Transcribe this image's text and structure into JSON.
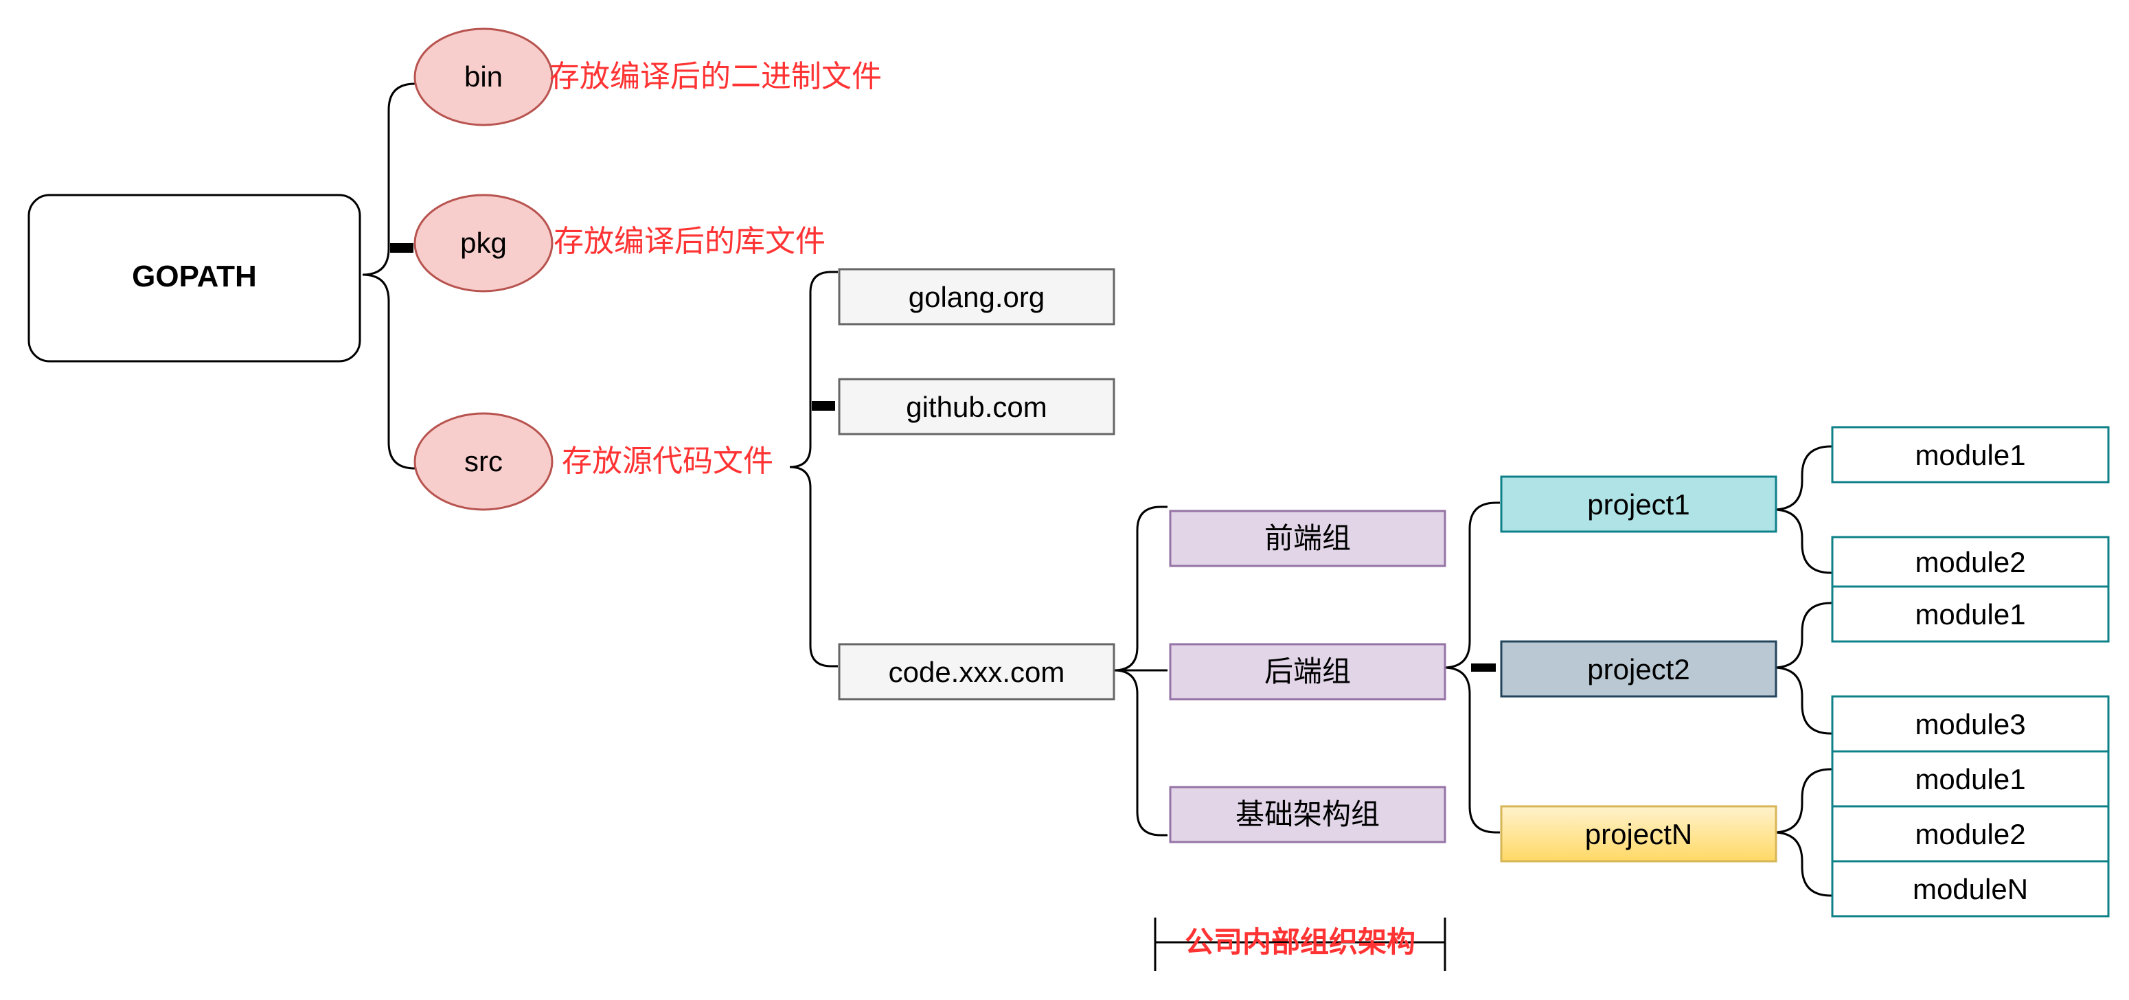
{
  "root": {
    "label": "GOPATH"
  },
  "dirs": {
    "bin": {
      "label": "bin",
      "note": "存放编译后的二进制文件"
    },
    "pkg": {
      "label": "pkg",
      "note": "存放编译后的库文件"
    },
    "src": {
      "label": "src",
      "note": "存放源代码文件"
    }
  },
  "src_children": {
    "golang": {
      "label": "golang.org"
    },
    "github": {
      "label": "github.com"
    },
    "code": {
      "label": "code.xxx.com"
    }
  },
  "groups": {
    "frontend": {
      "label": "前端组"
    },
    "backend": {
      "label": "后端组"
    },
    "infra": {
      "label": "基础架构组"
    }
  },
  "projects": {
    "p1": {
      "label": "project1"
    },
    "p2": {
      "label": "project2"
    },
    "pn": {
      "label": "projectN"
    }
  },
  "modules": {
    "p1_m1": {
      "label": "module1"
    },
    "p1_m2": {
      "label": "module2"
    },
    "p2_m1": {
      "label": "module1"
    },
    "p2_m3": {
      "label": "module3"
    },
    "pn_m1": {
      "label": "module1"
    },
    "pn_m2": {
      "label": "module2"
    },
    "pn_mn": {
      "label": "moduleN"
    }
  },
  "org_caption": "公司内部组织架构",
  "colors": {
    "ellipse_fill": "#f8cecc",
    "ellipse_stroke": "#b85450",
    "note_text": "#ff3333",
    "gray_fill": "#f5f5f5",
    "gray_stroke": "#666666",
    "purple_fill": "#e1d5e7",
    "purple_stroke": "#9673a6",
    "teal_fill": "#b0e3e6",
    "teal_stroke": "#0e8088",
    "slate_fill": "#bac8d3",
    "slate_stroke": "#23445d",
    "yellow_top": "#fff2cc",
    "yellow_bottom": "#ffd966",
    "yellow_stroke": "#d6b656"
  }
}
